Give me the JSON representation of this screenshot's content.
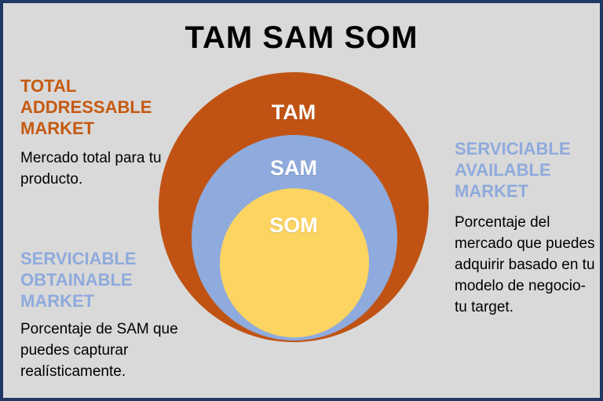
{
  "title": "TAM SAM SOM",
  "colors": {
    "background": "#d9d9d9",
    "border": "#1f3864",
    "tam_circle": "#c05314",
    "sam_circle": "#8faadc",
    "som_circle": "#fcd462",
    "heading_orange": "#c55a11",
    "heading_blue": "#8faadc",
    "circle_label_text": "#ffffff",
    "body_text": "#000000"
  },
  "circles": [
    {
      "label": "TAM",
      "color": "#c05314"
    },
    {
      "label": "SAM",
      "color": "#8faadc"
    },
    {
      "label": "SOM",
      "color": "#fcd462"
    }
  ],
  "annotations": {
    "tam": {
      "heading": "TOTAL ADDRESSABLE MARKET",
      "body": "Mercado total para tu producto."
    },
    "som": {
      "heading": "SERVICIABLE OBTAINABLE MARKET",
      "body": "Porcentaje de SAM que puedes capturar realísticamente."
    },
    "sam": {
      "heading": "SERVICIABLE AVAILABLE MARKET",
      "body": "Porcentaje del mercado que puedes adquirir basado en tu modelo de negocio- tu target."
    }
  }
}
